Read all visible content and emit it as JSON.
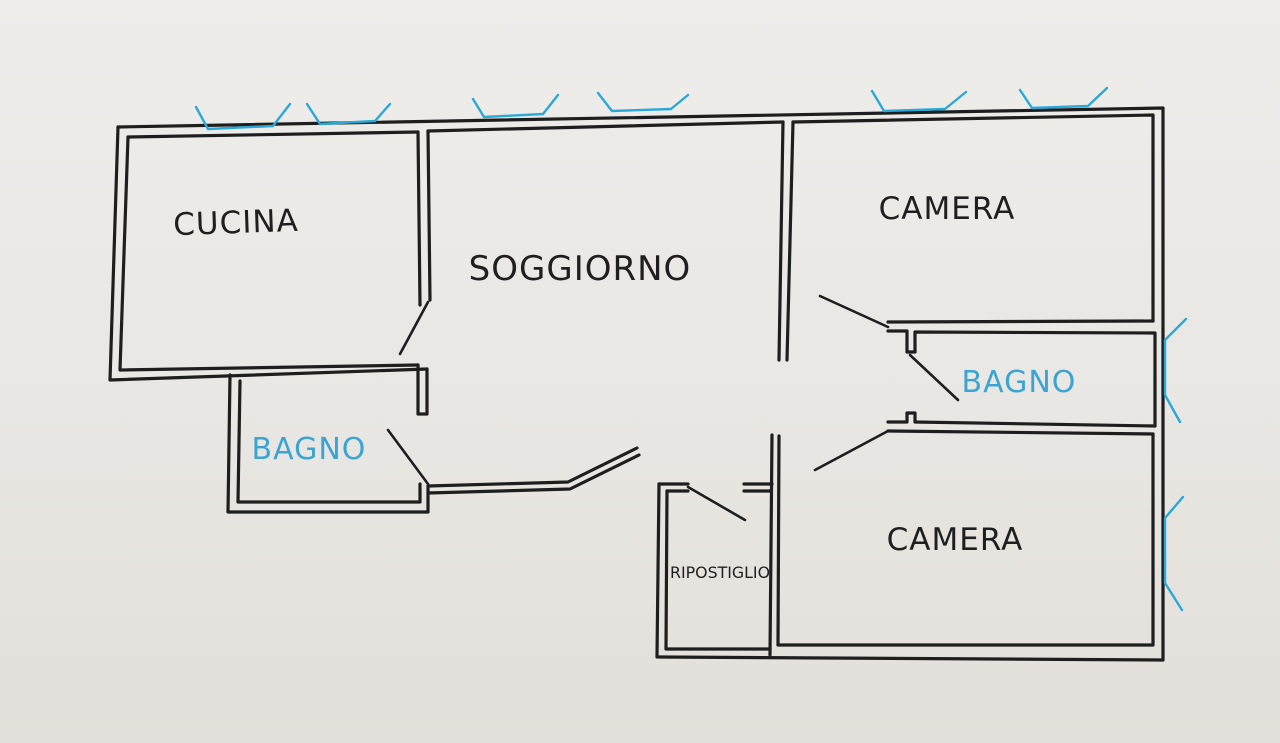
{
  "rooms": {
    "cucina": "CUCINA",
    "soggiorno": "SOGGIORNO",
    "camera_top": "CAMERA",
    "bagno_right": "BAGNO",
    "bagno_left": "BAGNO",
    "camera_bottom": "CAMERA",
    "ripostiglio": "RIPOSTIGLIO"
  },
  "colors": {
    "walls": "#1e1e1e",
    "windows": "#2aa9d8",
    "bathroom_labels": "#3aa5d2",
    "paper": "#eeedeb"
  }
}
